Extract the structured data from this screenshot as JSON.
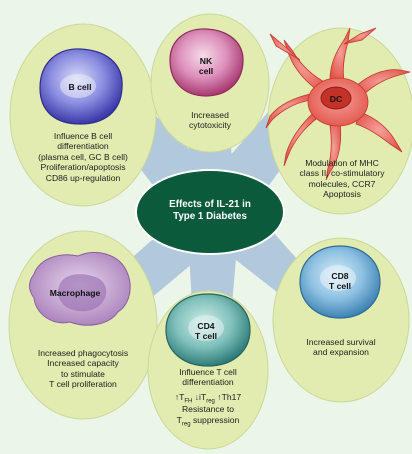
{
  "center": {
    "line1": "Effects of IL-21 in",
    "line2": "Type 1 Diabetes"
  },
  "cells": {
    "bcell": {
      "name": "B cell",
      "effects": [
        "Influence B cell",
        "differentiation",
        "(plasma cell, GC B cell)",
        "Proliferation/apoptosis",
        "CD86 up-regulation"
      ]
    },
    "nk": {
      "name_line1": "NK",
      "name_line2": "cell",
      "effects": [
        "Increased",
        "cytotoxicity"
      ]
    },
    "dc": {
      "name": "DC",
      "effects": [
        "Modulation of MHC",
        "class II, co-stimulatory",
        "molecules, CCR7",
        "Apoptosis"
      ]
    },
    "macrophage": {
      "name": "Macrophage",
      "effects": [
        "Increased phagocytosis",
        "Increased capacity",
        "to stimulate",
        "T cell proliferation"
      ]
    },
    "cd4": {
      "name_line1": "CD4",
      "name_line2": "T cell",
      "effects": [
        "Influence T cell",
        "differentiation"
      ],
      "arrow_up": "↑",
      "arrow_down": "↓",
      "tfh_main": "T",
      "tfh_sub": "FH",
      "itreg_main": "iT",
      "itreg_sub": "reg",
      "th17": "Th17",
      "resistance": "Resistance to",
      "treg_main": "T",
      "treg_sub": "reg",
      "suppression": " suppression"
    },
    "cd8": {
      "name_line1": "CD8",
      "name_line2": "T cell",
      "effects": [
        "Increased survival",
        "and expansion"
      ]
    }
  },
  "colors": {
    "background": "#ebf5e8",
    "ellipse_fill": "#e3ecb0",
    "center_fill": "#0c5a3c",
    "ray": "#a4bdd8",
    "bcell": "#5e5dc8",
    "nk": "#c85d96",
    "dc": "#e9625a",
    "macrophage": "#b694c5",
    "cd4": "#4e9c9a",
    "cd8": "#5f9fc9"
  }
}
